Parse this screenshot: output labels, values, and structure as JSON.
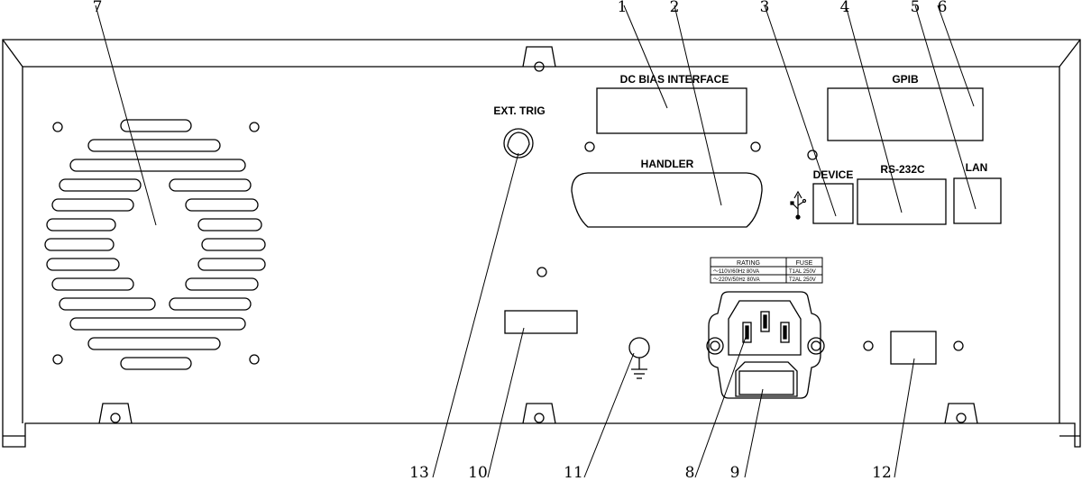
{
  "labels": {
    "dc_bias": "DC BIAS INTERFACE",
    "handler": "HANDLER",
    "gpib": "GPIB",
    "device": "DEVICE",
    "rs232": "RS-232C",
    "lan": "LAN",
    "ext_trig": "EXT. TRIG"
  },
  "rating_table": {
    "header_rating": "RATING",
    "header_fuse": "FUSE",
    "row1_rating": "～110V/60Hz  80VA",
    "row1_fuse": "T1AL 250V",
    "row2_rating": "～220V/50Hz  80VA",
    "row2_fuse": "T2AL 250V"
  },
  "callouts": [
    "1",
    "2",
    "3",
    "4",
    "5",
    "6",
    "7",
    "8",
    "9",
    "10",
    "11",
    "12",
    "13"
  ]
}
